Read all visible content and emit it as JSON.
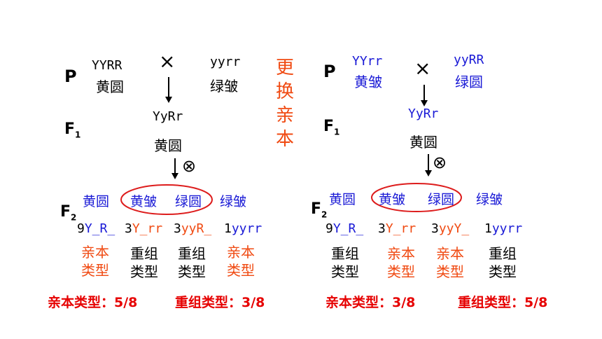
{
  "left": {
    "p_label": "P",
    "parent1": {
      "genotype": "YYRR",
      "phenotype": "黄圆"
    },
    "cross": "×",
    "parent2": {
      "genotype": "yyrr",
      "phenotype": "绿皱"
    },
    "f1_label": "F",
    "f1_sub": "1",
    "f1": {
      "genotype": "YyRr",
      "phenotype": "黄圆"
    },
    "selfing": "⊗",
    "f2_label": "F",
    "f2_sub": "2",
    "phenotypes": [
      "黄圆",
      "黄皱",
      "绿圆",
      "绿皱"
    ],
    "ratios": [
      {
        "num": "9",
        "gen": "Y_R_"
      },
      {
        "num": "3",
        "gen": "Y_rr"
      },
      {
        "num": "3",
        "gen": "yyR_"
      },
      {
        "num": "1",
        "gen": "yyrr"
      }
    ],
    "types": [
      {
        "l1": "亲本",
        "l2": "类型"
      },
      {
        "l1": "重组",
        "l2": "类型"
      },
      {
        "l1": "重组",
        "l2": "类型"
      },
      {
        "l1": "亲本",
        "l2": "类型"
      }
    ],
    "summary_parental": "亲本类型：5/8",
    "summary_recombinant": "重组类型：3/8"
  },
  "note": [
    "更",
    "换",
    "亲",
    "本"
  ],
  "right": {
    "p_label": "P",
    "parent1": {
      "genotype": "YYrr",
      "phenotype": "黄皱"
    },
    "cross": "×",
    "parent2": {
      "genotype": "yyRR",
      "phenotype": "绿圆"
    },
    "f1_label": "F",
    "f1_sub": "1",
    "f1": {
      "genotype": "YyRr",
      "phenotype": "黄圆"
    },
    "selfing": "⊗",
    "f2_label": "F",
    "f2_sub": "2",
    "phenotypes": [
      "黄圆",
      "黄皱",
      "绿圆",
      "绿皱"
    ],
    "ratios": [
      {
        "num": "9",
        "gen": "Y_R_"
      },
      {
        "num": "3",
        "gen": "Y_rr"
      },
      {
        "num": "3",
        "gen": "yyY_"
      },
      {
        "num": "1",
        "gen": "yyrr"
      }
    ],
    "types": [
      {
        "l1": "重组",
        "l2": "类型"
      },
      {
        "l1": "亲本",
        "l2": "类型"
      },
      {
        "l1": "亲本",
        "l2": "类型"
      },
      {
        "l1": "重组",
        "l2": "类型"
      }
    ],
    "summary_parental": "亲本类型：3/8",
    "summary_recombinant": "重组类型：5/8"
  },
  "colors": {
    "blue": "#1a1ad6",
    "orange": "#f04a12",
    "red": "#e60000",
    "ellipse": "#dd1c1c"
  }
}
